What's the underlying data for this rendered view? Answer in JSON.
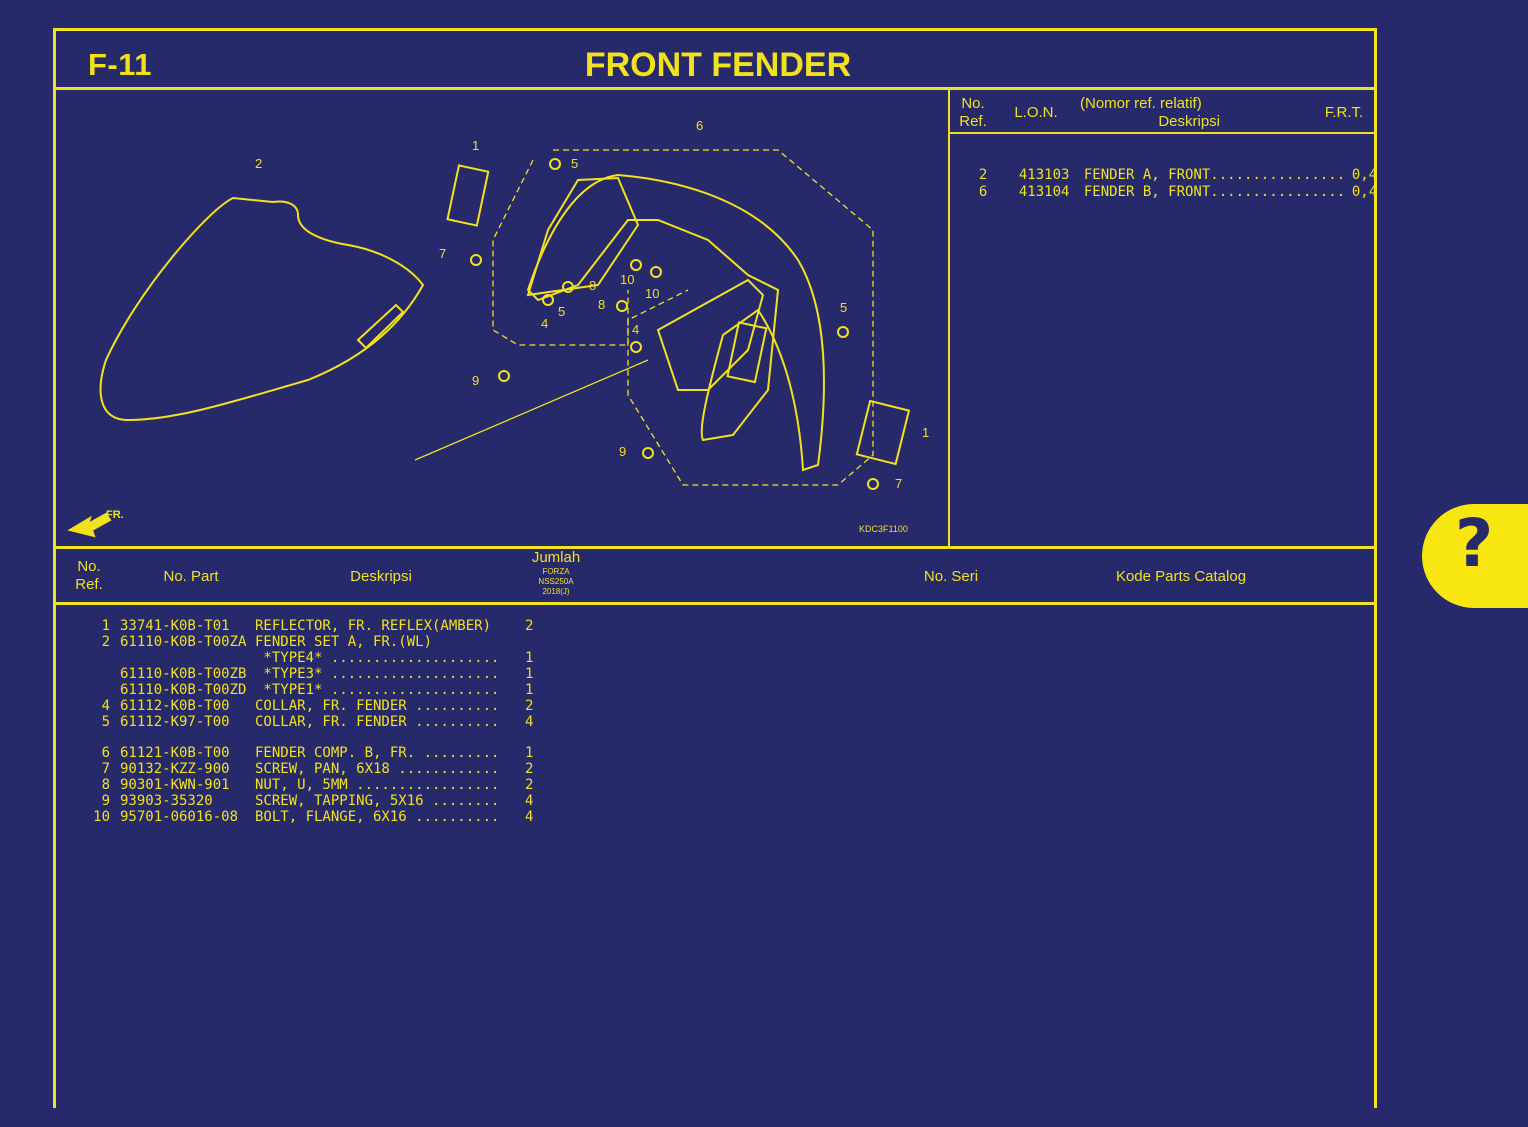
{
  "header": {
    "code": "F-11",
    "title": "FRONT FENDER"
  },
  "frt_table": {
    "headers": {
      "no_ref_1": "No.",
      "no_ref_2": "Ref.",
      "lon": "L.O.N.",
      "desc_1": "(Nomor ref. relatif)",
      "desc_2": "Deskripsi",
      "frt": "F.R.T."
    },
    "rows": [
      {
        "ref": "2",
        "lon": "413103",
        "desc": "FENDER A, FRONT................",
        "frt": "0,4"
      },
      {
        "ref": "6",
        "lon": "413104",
        "desc": "FENDER B, FRONT................",
        "frt": "0,4"
      }
    ]
  },
  "diagram": {
    "code": "KDC3F1100",
    "fr_label": "FR.",
    "callouts": [
      "1",
      "2",
      "6",
      "5",
      "7",
      "8",
      "10",
      "10",
      "4",
      "5",
      "8",
      "4",
      "9",
      "5",
      "9",
      "1",
      "7"
    ]
  },
  "parts_table": {
    "headers": {
      "no_ref_1": "No.",
      "no_ref_2": "Ref.",
      "no_part": "No. Part",
      "deskripsi": "Deskripsi",
      "jumlah": "Jumlah",
      "model_1": "FORZA",
      "model_2": "NSS250A",
      "model_3": "2018(J)",
      "no_seri": "No. Seri",
      "kode": "Kode Parts Catalog"
    },
    "rows": [
      {
        "ref": "1",
        "part": "33741-K0B-T01",
        "desc": "REFLECTOR, FR. REFLEX(AMBER)",
        "qty": "2"
      },
      {
        "ref": "2",
        "part": "61110-K0B-T00ZA",
        "desc": "FENDER SET A, FR.(WL)",
        "qty": ""
      },
      {
        "ref": "",
        "part": "",
        "desc": " *TYPE4* ....................",
        "qty": "1"
      },
      {
        "ref": "",
        "part": "61110-K0B-T00ZB",
        "desc": " *TYPE3* ....................",
        "qty": "1"
      },
      {
        "ref": "",
        "part": "61110-K0B-T00ZD",
        "desc": " *TYPE1* ....................",
        "qty": "1"
      },
      {
        "ref": "4",
        "part": "61112-K0B-T00",
        "desc": "COLLAR, FR. FENDER ..........",
        "qty": "2"
      },
      {
        "ref": "5",
        "part": "61112-K97-T00",
        "desc": "COLLAR, FR. FENDER ..........",
        "qty": "4"
      },
      {
        "ref": "6",
        "part": "61121-K0B-T00",
        "desc": "FENDER COMP. B, FR. .........",
        "qty": "1"
      },
      {
        "ref": "7",
        "part": "90132-KZZ-900",
        "desc": "SCREW, PAN, 6X18 ............",
        "qty": "2"
      },
      {
        "ref": "8",
        "part": "90301-KWN-901",
        "desc": "NUT, U, 5MM .................",
        "qty": "2"
      },
      {
        "ref": "9",
        "part": "93903-35320",
        "desc": "SCREW, TAPPING, 5X16 ........",
        "qty": "4"
      },
      {
        "ref": "10",
        "part": "95701-06016-08",
        "desc": "BOLT, FLANGE, 6X16 ..........",
        "qty": "4"
      }
    ]
  },
  "side_tab": {
    "symbol": "?"
  },
  "colors": {
    "background": "#26296a",
    "accent": "#f2e21e",
    "tab": "#f7e60f"
  }
}
